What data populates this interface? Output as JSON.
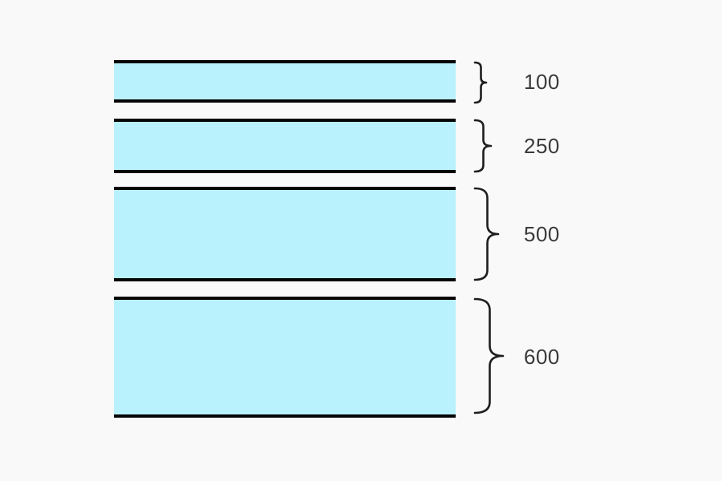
{
  "diagram": {
    "type": "layer-stack",
    "description": "Four stacked horizontal layers bounded by black lines, each annotated with a right curly brace and a thickness value",
    "layers": [
      {
        "label": "100",
        "value": 100
      },
      {
        "label": "250",
        "value": 250
      },
      {
        "label": "500",
        "value": 500
      },
      {
        "label": "600",
        "value": 600
      }
    ],
    "colors": {
      "layer_fill": "#b9f1fc",
      "boundary_line": "#050505",
      "brace_stroke": "#1e1e1e",
      "label_text": "#3a3a3a",
      "background": "#f9f9f9"
    }
  }
}
